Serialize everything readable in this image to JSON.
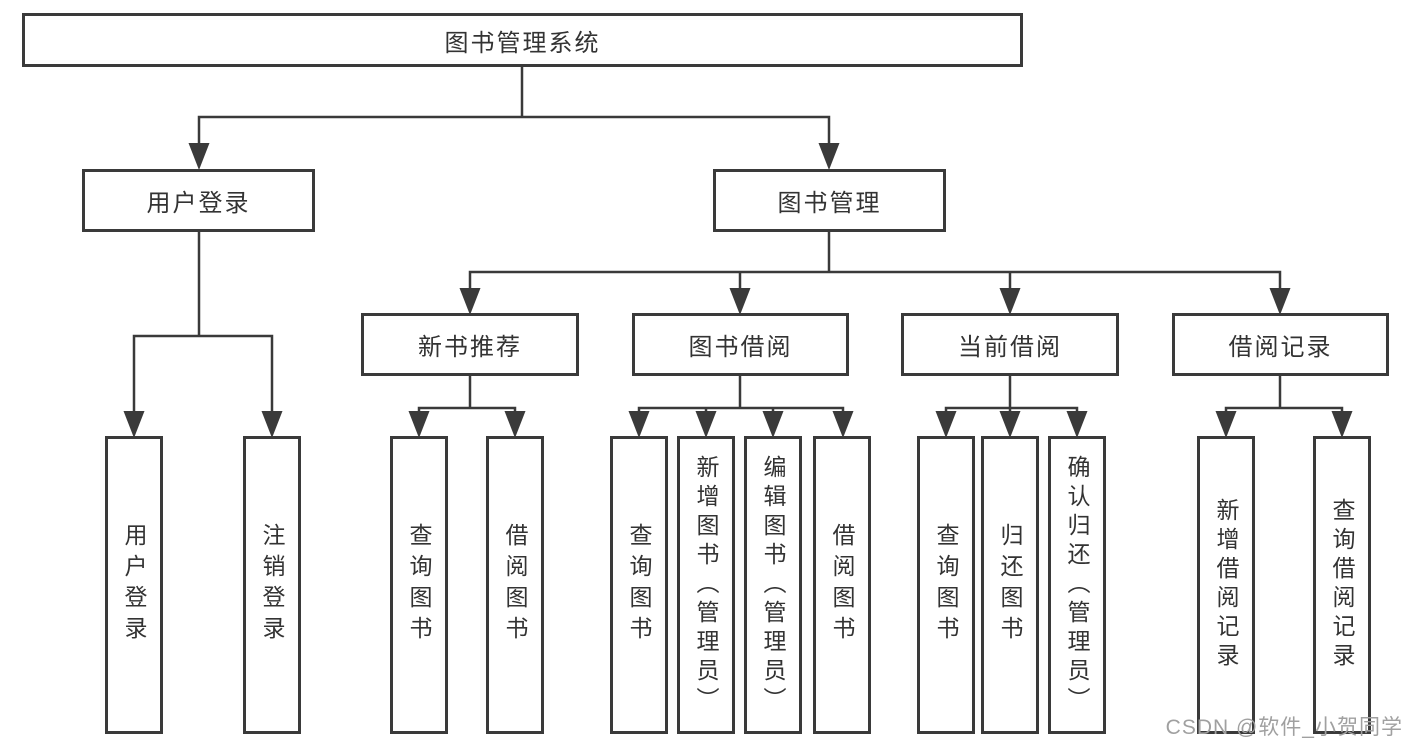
{
  "diagram": {
    "watermark": "CSDN @软件_小贺同学",
    "colors": {
      "line": "#3a3a3a",
      "box_border": "#3a3a3a",
      "box_fill": "#ffffff",
      "text": "#333333",
      "watermark": "#a0a0a0",
      "background": "#ffffff"
    },
    "tree": {
      "label": "图书管理系统",
      "children": [
        {
          "label": "用户登录",
          "children": [
            {
              "label": "用户登录"
            },
            {
              "label": "注销登录"
            }
          ]
        },
        {
          "label": "图书管理",
          "children": [
            {
              "label": "新书推荐",
              "children": [
                {
                  "label": "查询图书"
                },
                {
                  "label": "借阅图书"
                }
              ]
            },
            {
              "label": "图书借阅",
              "children": [
                {
                  "label": "查询图书"
                },
                {
                  "label": "新增图书（管理员）"
                },
                {
                  "label": "编辑图书（管理员）"
                },
                {
                  "label": "借阅图书"
                }
              ]
            },
            {
              "label": "当前借阅",
              "children": [
                {
                  "label": "查询图书"
                },
                {
                  "label": "归还图书"
                },
                {
                  "label": "确认归还（管理员）"
                }
              ]
            },
            {
              "label": "借阅记录",
              "children": [
                {
                  "label": "新增借阅记录"
                },
                {
                  "label": "查询借阅记录"
                }
              ]
            }
          ]
        }
      ]
    }
  }
}
